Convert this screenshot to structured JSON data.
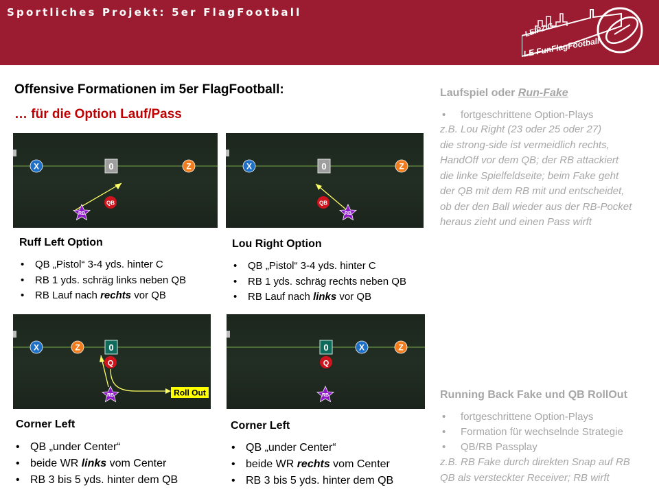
{
  "header": {
    "title": "Sportliches Projekt: 5er FlagFootball",
    "logo": {
      "line1": "LEIPZIG",
      "line2": "LE FunFlagFootball"
    }
  },
  "main": {
    "title": "Offensive Formationen im 5er FlagFootball:",
    "subtitle": "… für die Option Lauf/Pass"
  },
  "plays": [
    {
      "title": "Ruff Left Option",
      "players": {
        "x": "X",
        "center": "0",
        "z": "Z",
        "qb": "QB",
        "rb": "RB"
      },
      "bullets": [
        {
          "pre": "QB „Pistol“ 3-4 yds. hinter C",
          "em": "",
          "post": ""
        },
        {
          "pre": "RB 1 yds. schräg links neben QB",
          "em": "",
          "post": ""
        },
        {
          "pre": "RB Lauf nach ",
          "em": "rechts",
          "post": " vor QB"
        }
      ]
    },
    {
      "title": "Lou Right Option",
      "players": {
        "x": "X",
        "center": "0",
        "z": "Z",
        "qb": "QB",
        "rb": "RB"
      },
      "bullets": [
        {
          "pre": "QB „Pistol“ 3-4 yds. hinter C",
          "em": "",
          "post": ""
        },
        {
          "pre": "RB 1 yds. schräg rechts neben QB",
          "em": "",
          "post": ""
        },
        {
          "pre": "RB Lauf nach ",
          "em": "links",
          "post": " vor QB"
        }
      ]
    },
    {
      "title": "Corner Left",
      "players": {
        "x": "X",
        "z": "Z",
        "center": "0",
        "qb": "Q",
        "rb": "RB"
      },
      "roll_out_label": "Roll Out",
      "bullets": [
        {
          "pre": "QB „under Center“",
          "em": "",
          "post": ""
        },
        {
          "pre": "beide WR ",
          "em": "links",
          "post": " vom Center"
        },
        {
          "pre": "RB 3 bis 5 yds. hinter dem QB",
          "em": "",
          "post": ""
        }
      ]
    },
    {
      "title": "Corner Left",
      "players": {
        "center": "0",
        "x": "X",
        "z": "Z",
        "qb": "Q",
        "rb": "RB"
      },
      "bullets": [
        {
          "pre": "QB „under Center“",
          "em": "",
          "post": ""
        },
        {
          "pre": "beide WR ",
          "em": "rechts",
          "post": " vom Center"
        },
        {
          "pre": "RB 3 bis 5 yds. hinter dem QB",
          "em": "",
          "post": ""
        }
      ]
    }
  ],
  "right": {
    "section1": {
      "title_pre": "Laufspiel oder ",
      "title_em": "Run-Fake",
      "bullets": [
        "fortgeschrittene Option-Plays"
      ],
      "note": [
        "z.B. Lou Right (23 oder 25 oder 27)",
        "die strong-side ist vermeidlich rechts,",
        "HandOff vor dem QB; der RB attackiert",
        "die linke Spielfeldseite; beim Fake geht",
        "der QB mit dem RB mit und entscheidet,",
        "ob der den Ball wieder aus der RB-Pocket",
        "heraus zieht und einen Pass wirft"
      ]
    },
    "section2": {
      "title": "Running Back Fake und QB RollOut",
      "bullets": [
        "fortgeschrittene Option-Plays",
        "Formation für wechselnde Strategie",
        "QB/RB Passplay"
      ],
      "note": [
        "z.B. RB Fake durch direkten Snap auf RB",
        "QB als versteckter Receiver; RB wirft"
      ]
    }
  },
  "colors": {
    "header": "#9b1b30",
    "accent_red": "#c00000",
    "field": "#1f2a20",
    "x_blue": "#1f6fc5",
    "z_orange": "#f07c1e",
    "qb_red": "#d0141e",
    "rb_purple": "#8e18c8",
    "center_gray": "#9e9e9e",
    "center_teal": "#0e6b5b",
    "roll_out_yellow": "#ffff00",
    "gray_text": "#a6a6a6"
  }
}
